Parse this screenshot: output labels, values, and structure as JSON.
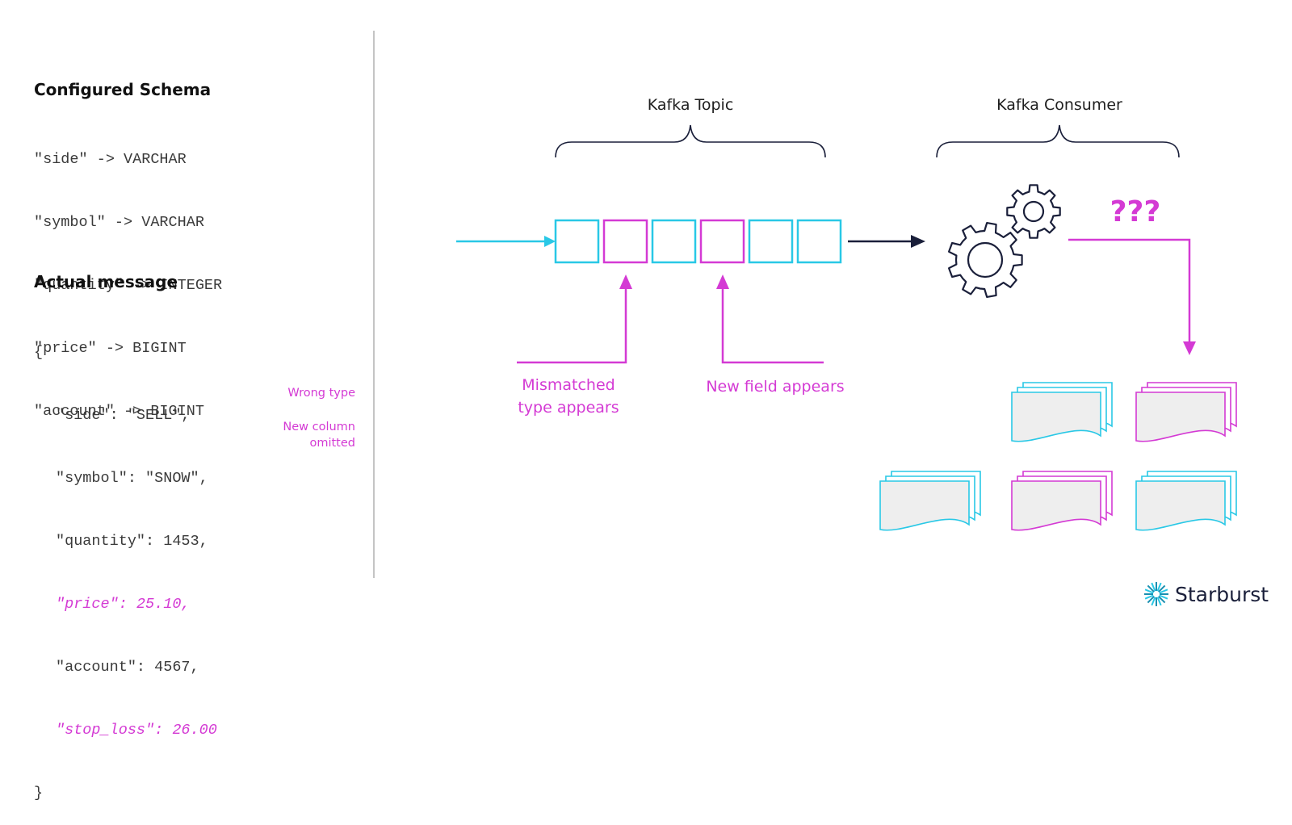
{
  "schema": {
    "title": "Configured Schema",
    "lines": [
      "\"side\" -> VARCHAR",
      "\"symbol\" -> VARCHAR",
      "\"quantity\" -> INTEGER",
      "\"price\" -> BIGINT",
      "\"account\" -> BIGINT"
    ]
  },
  "message": {
    "title": "Actual message",
    "open_brace": "{",
    "line_side": "\"side\": \"SELL\",",
    "line_symbol": "\"symbol\": \"SNOW\",",
    "line_quantity": "\"quantity\": 1453,",
    "line_price": "\"price\": 25.10,",
    "line_account": "\"account\": 4567,",
    "line_stop_loss": "\"stop_loss\": 26.00",
    "close_brace": "}",
    "note_wrong_type": "Wrong type",
    "note_new_column_1": "New column",
    "note_new_column_2": "omitted"
  },
  "diagram": {
    "topic_label": "Kafka Topic",
    "consumer_label": "Kafka Consumer",
    "question_marks": "???",
    "mismatch_label_1": "Mismatched",
    "mismatch_label_2": "type appears",
    "new_field_label": "New field appears"
  },
  "brand": {
    "name": "Starburst"
  },
  "colors": {
    "cyan": "#29c8e6",
    "magenta": "#d43ad4",
    "navy": "#1a1f3a",
    "text": "#1e1e1e",
    "file_fill": "#eeeeee"
  }
}
